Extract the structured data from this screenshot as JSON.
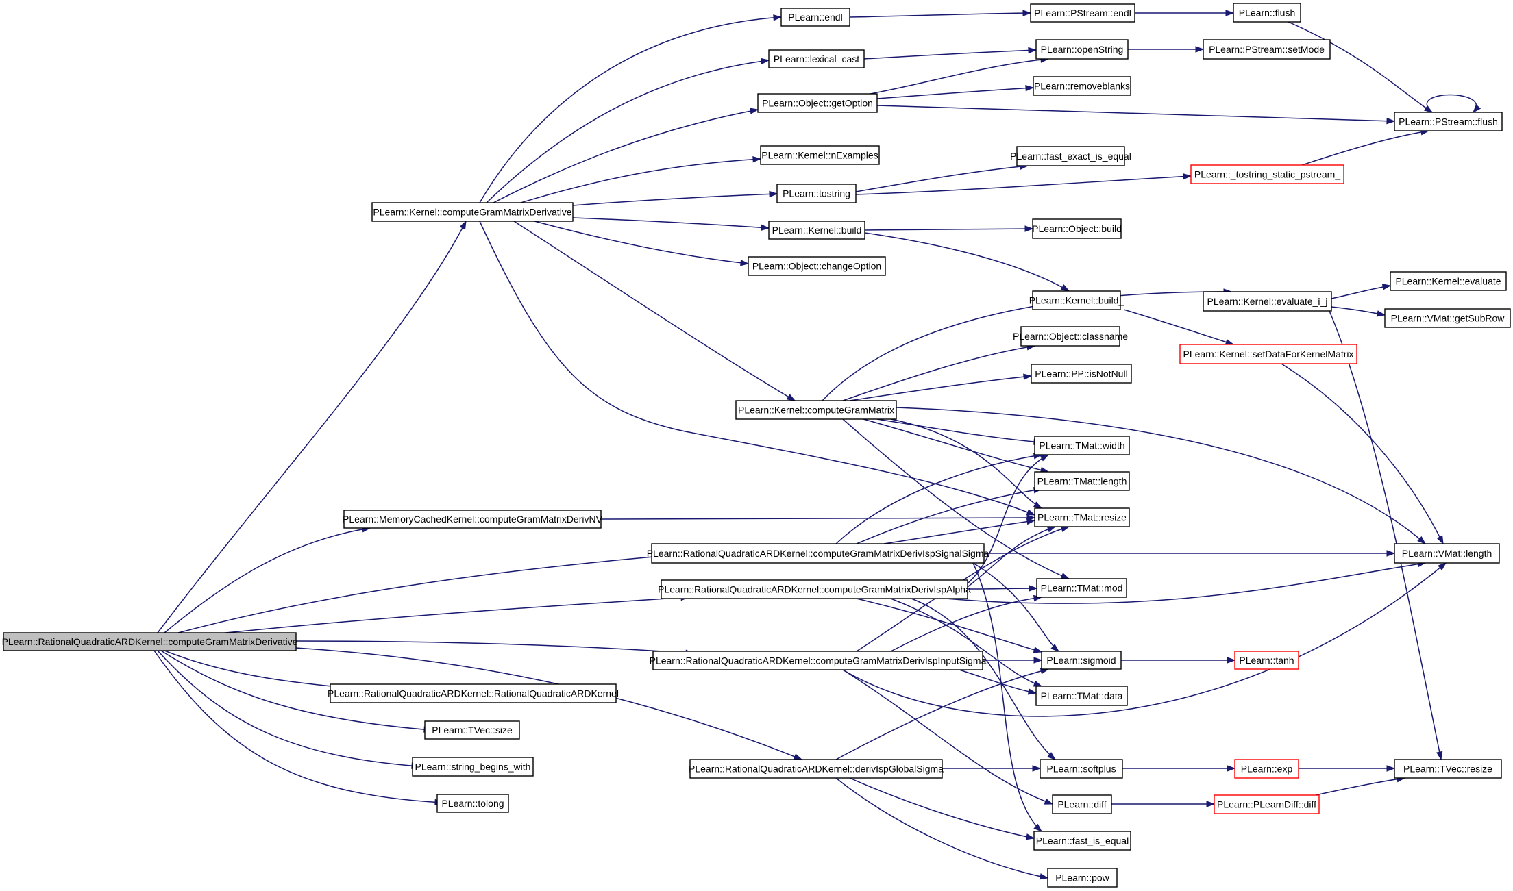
{
  "colors": {
    "edge": "#191970",
    "node_border": "#000000",
    "truncated_border": "#ff0000",
    "root_fill": "#bfbfbf",
    "background": "#ffffff"
  },
  "graph": {
    "root": "PLearn::RationalQuadraticARDKernel::computeGramMatrixDerivative",
    "nodes": [
      {
        "id": "root",
        "label": "PLearn::RationalQuadraticARDKernel::computeGramMatrixDerivative",
        "truncated": false,
        "root": true
      },
      {
        "id": "kcgmd",
        "label": "PLearn::Kernel::computeGramMatrixDerivative",
        "truncated": false
      },
      {
        "id": "mck",
        "label": "PLearn::MemoryCachedKernel::computeGramMatrixDerivNV",
        "truncated": false
      },
      {
        "id": "ctor",
        "label": "PLearn::RationalQuadraticARDKernel::RationalQuadraticARDKernel",
        "truncated": false
      },
      {
        "id": "tvsize",
        "label": "PLearn::TVec::size",
        "truncated": false
      },
      {
        "id": "sbw",
        "label": "PLearn::string_begins_with",
        "truncated": false
      },
      {
        "id": "tolong",
        "label": "PLearn::tolong",
        "truncated": false
      },
      {
        "id": "endl",
        "label": "PLearn::endl",
        "truncated": false
      },
      {
        "id": "lexcast",
        "label": "PLearn::lexical_cast",
        "truncated": false
      },
      {
        "id": "getopt",
        "label": "PLearn::Object::getOption",
        "truncated": false
      },
      {
        "id": "nex",
        "label": "PLearn::Kernel::nExamples",
        "truncated": false
      },
      {
        "id": "tostring",
        "label": "PLearn::tostring",
        "truncated": false
      },
      {
        "id": "kbuild",
        "label": "PLearn::Kernel::build",
        "truncated": false
      },
      {
        "id": "chopt",
        "label": "PLearn::Object::changeOption",
        "truncated": false
      },
      {
        "id": "kcgm",
        "label": "PLearn::Kernel::computeGramMatrix",
        "truncated": false
      },
      {
        "id": "signal",
        "label": "PLearn::RationalQuadraticARDKernel::computeGramMatrixDerivIspSignalSigma",
        "truncated": false
      },
      {
        "id": "alpha",
        "label": "PLearn::RationalQuadraticARDKernel::computeGramMatrixDerivIspAlpha",
        "truncated": false
      },
      {
        "id": "input",
        "label": "PLearn::RationalQuadraticARDKernel::computeGramMatrixDerivIspInputSigma",
        "truncated": false
      },
      {
        "id": "global",
        "label": "PLearn::RationalQuadraticARDKernel::derivIspGlobalSigma",
        "truncated": false
      },
      {
        "id": "psendl",
        "label": "PLearn::PStream::endl",
        "truncated": false
      },
      {
        "id": "openstr",
        "label": "PLearn::openString",
        "truncated": false
      },
      {
        "id": "rmblanks",
        "label": "PLearn::removeblanks",
        "truncated": false
      },
      {
        "id": "fexeq",
        "label": "PLearn::fast_exact_is_equal",
        "truncated": false
      },
      {
        "id": "objbuild",
        "label": "PLearn::Object::build",
        "truncated": false
      },
      {
        "id": "kbuild_",
        "label": "PLearn::Kernel::build_",
        "truncated": false
      },
      {
        "id": "classname",
        "label": "PLearn::Object::classname",
        "truncated": false
      },
      {
        "id": "isnotnull",
        "label": "PLearn::PP::isNotNull",
        "truncated": false
      },
      {
        "id": "tmwidth",
        "label": "PLearn::TMat::width",
        "truncated": false
      },
      {
        "id": "tmlength",
        "label": "PLearn::TMat::length",
        "truncated": false
      },
      {
        "id": "tmresize",
        "label": "PLearn::TMat::resize",
        "truncated": false
      },
      {
        "id": "tmmod",
        "label": "PLearn::TMat::mod",
        "truncated": false
      },
      {
        "id": "sigmoid",
        "label": "PLearn::sigmoid",
        "truncated": false
      },
      {
        "id": "tmdata",
        "label": "PLearn::TMat::data",
        "truncated": false
      },
      {
        "id": "softplus",
        "label": "PLearn::softplus",
        "truncated": false
      },
      {
        "id": "diff",
        "label": "PLearn::diff",
        "truncated": false
      },
      {
        "id": "fiseq",
        "label": "PLearn::fast_is_equal",
        "truncated": false
      },
      {
        "id": "pow",
        "label": "PLearn::pow",
        "truncated": false
      },
      {
        "id": "flush",
        "label": "PLearn::flush",
        "truncated": false
      },
      {
        "id": "setmode",
        "label": "PLearn::PStream::setMode",
        "truncated": false
      },
      {
        "id": "tsp",
        "label": "PLearn::_tostring_static_pstream_",
        "truncated": true
      },
      {
        "id": "evalij",
        "label": "PLearn::Kernel::evaluate_i_j",
        "truncated": false
      },
      {
        "id": "setdata",
        "label": "PLearn::Kernel::setDataForKernelMatrix",
        "truncated": true
      },
      {
        "id": "tanh",
        "label": "PLearn::tanh",
        "truncated": true
      },
      {
        "id": "exp",
        "label": "PLearn::exp",
        "truncated": true
      },
      {
        "id": "pldiff",
        "label": "PLearn::PLearnDiff::diff",
        "truncated": true
      },
      {
        "id": "psflush",
        "label": "PLearn::PStream::flush",
        "truncated": false
      },
      {
        "id": "keval",
        "label": "PLearn::Kernel::evaluate",
        "truncated": false
      },
      {
        "id": "getsubrow",
        "label": "PLearn::VMat::getSubRow",
        "truncated": false
      },
      {
        "id": "vmlength",
        "label": "PLearn::VMat::length",
        "truncated": false
      },
      {
        "id": "tvresize",
        "label": "PLearn::TVec::resize",
        "truncated": false
      }
    ],
    "edges": [
      [
        "root",
        "kcgmd"
      ],
      [
        "root",
        "mck"
      ],
      [
        "root",
        "signal"
      ],
      [
        "root",
        "alpha"
      ],
      [
        "root",
        "input"
      ],
      [
        "root",
        "ctor"
      ],
      [
        "root",
        "tvsize"
      ],
      [
        "root",
        "sbw"
      ],
      [
        "root",
        "tolong"
      ],
      [
        "root",
        "global"
      ],
      [
        "kcgmd",
        "endl"
      ],
      [
        "kcgmd",
        "lexcast"
      ],
      [
        "kcgmd",
        "getopt"
      ],
      [
        "kcgmd",
        "nex"
      ],
      [
        "kcgmd",
        "tostring"
      ],
      [
        "kcgmd",
        "kbuild"
      ],
      [
        "kcgmd",
        "chopt"
      ],
      [
        "kcgmd",
        "kcgm"
      ],
      [
        "kcgmd",
        "tmresize"
      ],
      [
        "mck",
        "tmresize"
      ],
      [
        "endl",
        "psendl"
      ],
      [
        "psendl",
        "flush"
      ],
      [
        "flush",
        "psflush"
      ],
      [
        "lexcast",
        "openstr"
      ],
      [
        "openstr",
        "setmode"
      ],
      [
        "getopt",
        "openstr"
      ],
      [
        "getopt",
        "rmblanks"
      ],
      [
        "getopt",
        "psflush"
      ],
      [
        "tostring",
        "fexeq"
      ],
      [
        "tostring",
        "tsp"
      ],
      [
        "tsp",
        "psflush"
      ],
      [
        "psflush",
        "psflush"
      ],
      [
        "kbuild",
        "objbuild"
      ],
      [
        "kbuild",
        "kbuild_"
      ],
      [
        "kbuild_",
        "setdata"
      ],
      [
        "setdata",
        "vmlength"
      ],
      [
        "kcgm",
        "evalij"
      ],
      [
        "kcgm",
        "classname"
      ],
      [
        "kcgm",
        "isnotnull"
      ],
      [
        "kcgm",
        "tmwidth"
      ],
      [
        "kcgm",
        "tmlength"
      ],
      [
        "kcgm",
        "tmresize"
      ],
      [
        "kcgm",
        "tmmod"
      ],
      [
        "kcgm",
        "vmlength"
      ],
      [
        "evalij",
        "keval"
      ],
      [
        "evalij",
        "getsubrow"
      ],
      [
        "evalij",
        "tvresize"
      ],
      [
        "signal",
        "tmwidth"
      ],
      [
        "signal",
        "tmlength"
      ],
      [
        "signal",
        "tmresize"
      ],
      [
        "signal",
        "vmlength"
      ],
      [
        "signal",
        "sigmoid"
      ],
      [
        "signal",
        "fiseq"
      ],
      [
        "alpha",
        "tmwidth"
      ],
      [
        "alpha",
        "tmresize"
      ],
      [
        "alpha",
        "tmmod"
      ],
      [
        "alpha",
        "vmlength"
      ],
      [
        "alpha",
        "sigmoid"
      ],
      [
        "alpha",
        "tmdata"
      ],
      [
        "alpha",
        "softplus"
      ],
      [
        "input",
        "tmmod"
      ],
      [
        "input",
        "tmresize"
      ],
      [
        "input",
        "sigmoid"
      ],
      [
        "input",
        "tmdata"
      ],
      [
        "input",
        "vmlength"
      ],
      [
        "input",
        "diff"
      ],
      [
        "global",
        "softplus"
      ],
      [
        "global",
        "sigmoid"
      ],
      [
        "global",
        "fiseq"
      ],
      [
        "global",
        "pow"
      ],
      [
        "sigmoid",
        "tanh"
      ],
      [
        "softplus",
        "exp"
      ],
      [
        "exp",
        "tvresize"
      ],
      [
        "diff",
        "pldiff"
      ],
      [
        "pldiff",
        "tvresize"
      ]
    ]
  }
}
